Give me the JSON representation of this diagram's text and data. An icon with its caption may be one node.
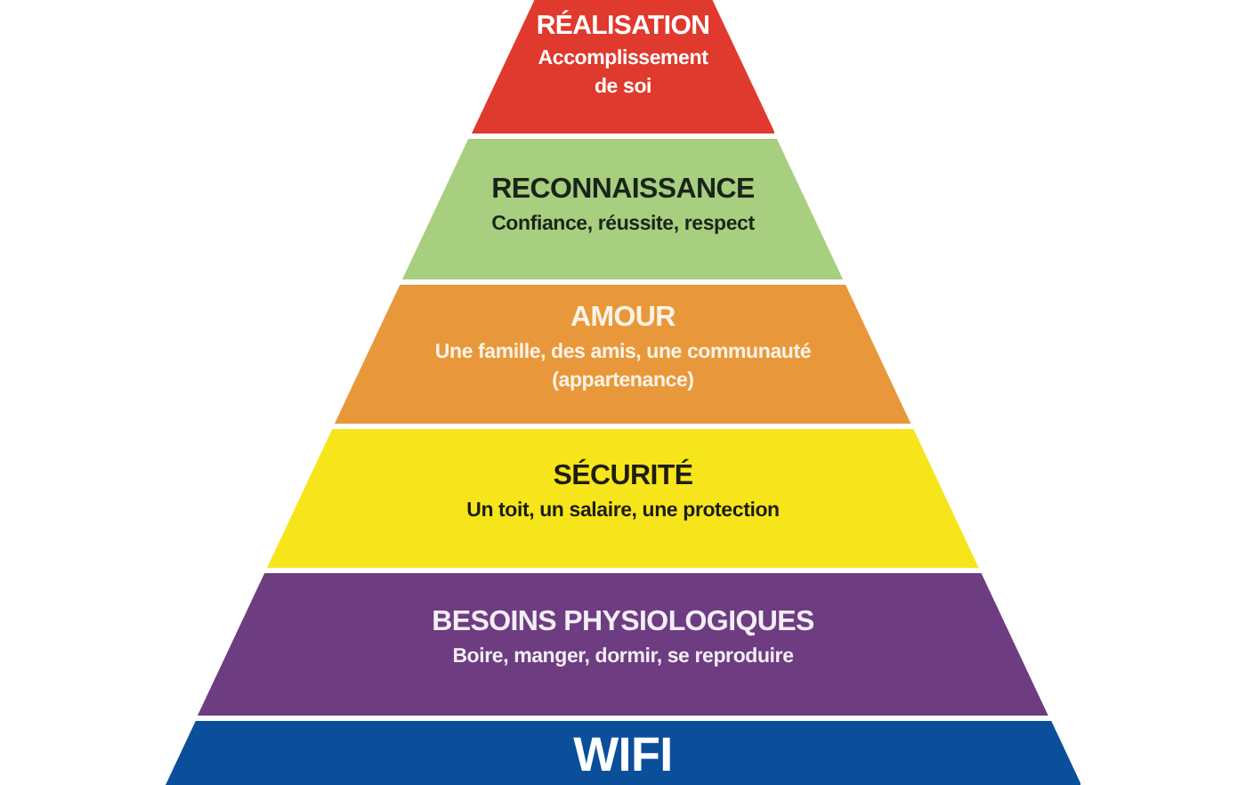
{
  "diagram": {
    "nodes": [
      {
        "text": [
          "RÉALISATION",
          "Accomplissement de soi"
        ]
      },
      {
        "text": [
          "RECONNAISSANCE",
          "Confiance, réussite, respect"
        ]
      },
      {
        "text": [
          "AMOUR",
          "Une famille, des amis, une communauté (appartenance)"
        ]
      },
      {
        "text": [
          "SÉCURITÉ",
          "Un toit, un salaire, une protection"
        ]
      },
      {
        "text": [
          "BESOINS PHYSIOLOGIQUES",
          "Boire, manger, dormir, se reproduire"
        ]
      },
      {
        "text": [
          "WIFI"
        ]
      }
    ]
  }
}
